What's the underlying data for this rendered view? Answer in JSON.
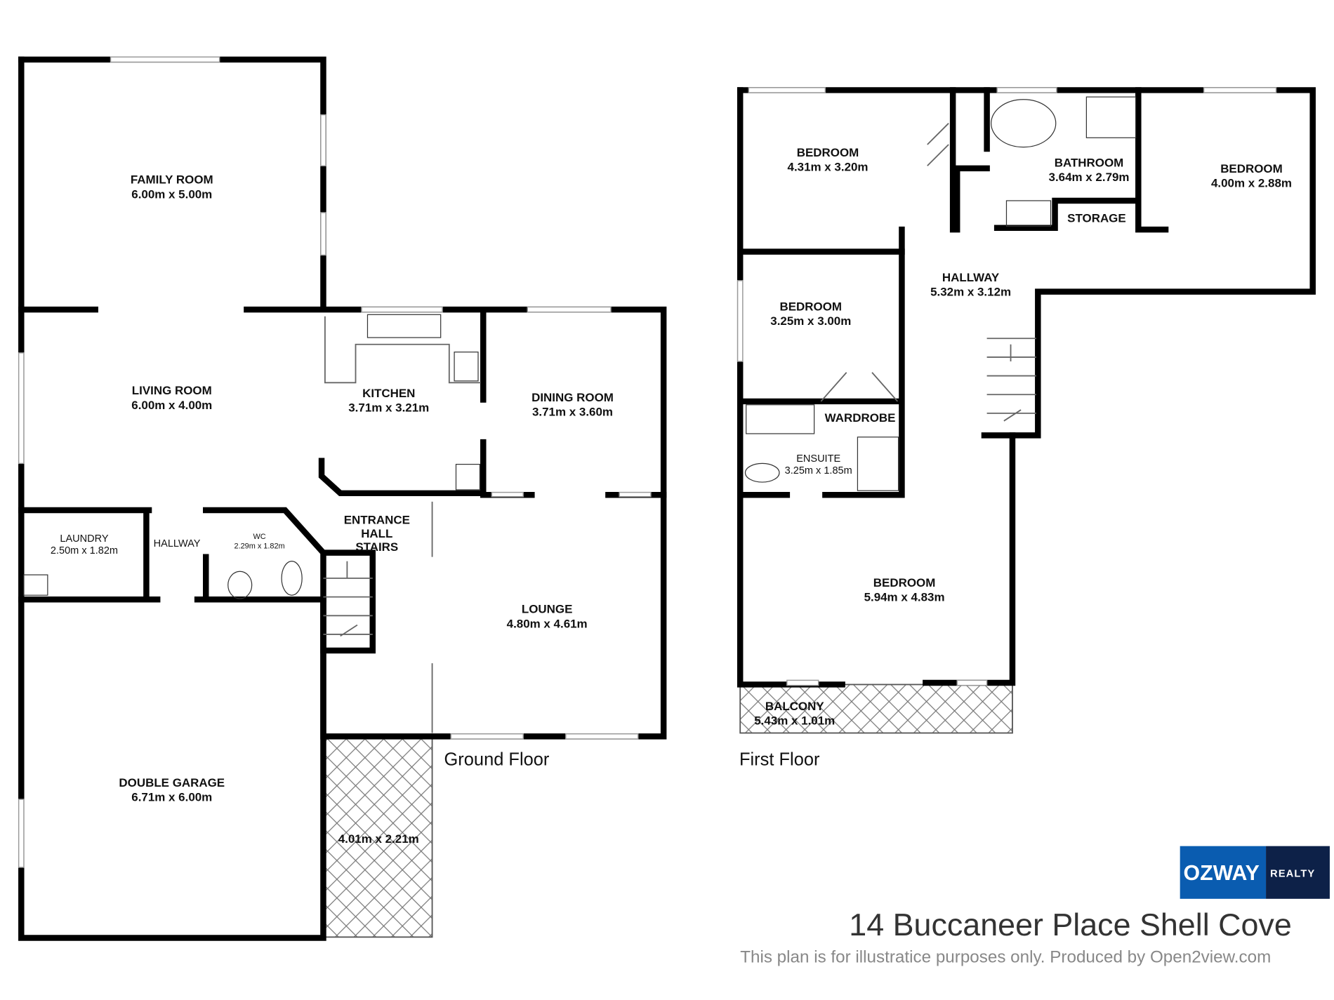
{
  "ground_floor": {
    "label": "Ground Floor",
    "rooms": [
      {
        "name": "FAMILY ROOM",
        "size": "6.00m x 5.00m"
      },
      {
        "name": "LIVING ROOM",
        "size": "6.00m x 4.00m"
      },
      {
        "name": "KITCHEN",
        "size": "3.71m x 3.21m"
      },
      {
        "name": "DINING ROOM",
        "size": "3.71m x 3.60m"
      },
      {
        "name": "LAUNDRY",
        "size": "2.50m x 1.82m"
      },
      {
        "name": "HALLWAY"
      },
      {
        "name": "WC",
        "size": "2.29m x 1.82m"
      },
      {
        "name": "ENTRANCE",
        "name2": "HALL",
        "name3": "STAIRS"
      },
      {
        "name": "LOUNGE",
        "size": "4.80m x 4.61m"
      },
      {
        "name": "DOUBLE GARAGE",
        "size": "6.71m x 6.00m"
      },
      {
        "size": "4.01m x 2.21m"
      }
    ]
  },
  "first_floor": {
    "label": "First Floor",
    "rooms": [
      {
        "name": "BEDROOM",
        "size": "4.31m x 3.20m"
      },
      {
        "name": "BATHROOM",
        "size": "3.64m x 2.79m"
      },
      {
        "name": "BEDROOM",
        "size": "4.00m x 2.88m"
      },
      {
        "name": "STORAGE"
      },
      {
        "name": "HALLWAY",
        "size": "5.32m x 3.12m"
      },
      {
        "name": "BEDROOM",
        "size": "3.25m x 3.00m"
      },
      {
        "name": "WARDROBE"
      },
      {
        "name": "ENSUITE",
        "size": "3.25m x 1.85m"
      },
      {
        "name": "BEDROOM",
        "size": "5.94m x 4.83m"
      },
      {
        "name": "BALCONY",
        "size": "5.43m x 1.01m"
      }
    ]
  },
  "logo": {
    "brand": "OZWAY",
    "sub": "REALTY",
    "colors": {
      "left": "#0a5cb0",
      "right": "#0d2148"
    }
  },
  "title": "14 Buccaneer Place Shell Cove",
  "disclaimer": "This plan is for illustratice purposes only. Produced by Open2view.com"
}
